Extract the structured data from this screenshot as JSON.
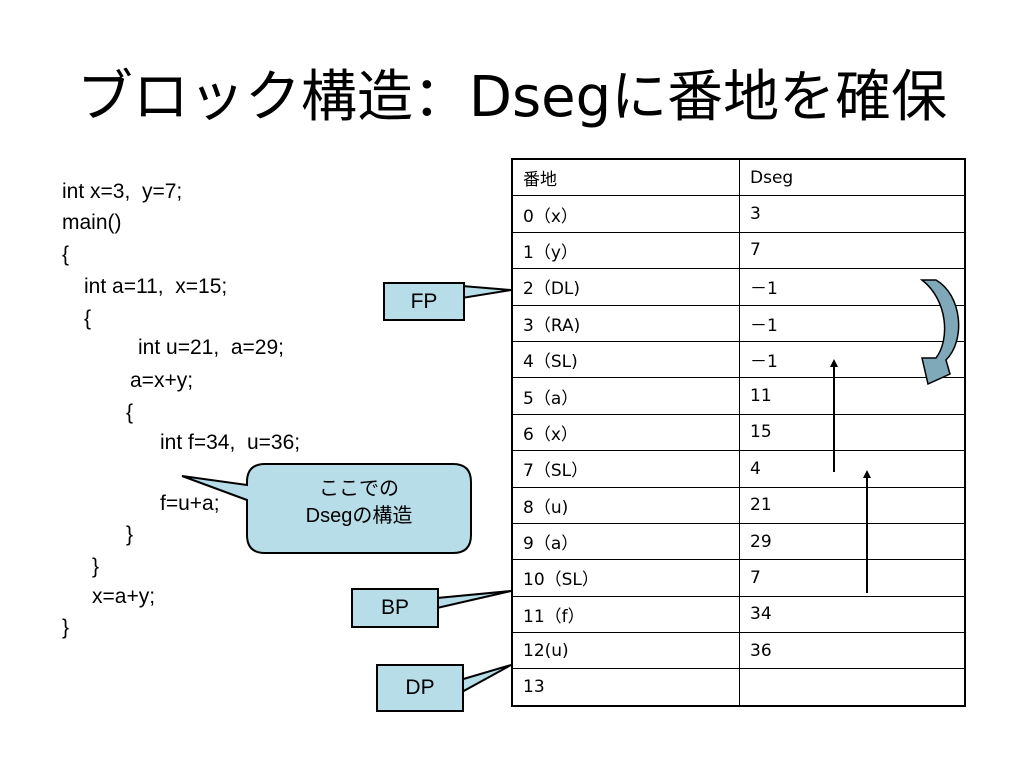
{
  "title": "ブロック構造：Dsegに番地を確保",
  "code_lines": [
    "int x=3,  y=7;",
    "main()",
    "{",
    "int a=11,  x=15;",
    "{",
    "int u=21,  a=29;",
    "a=x+y;",
    "{",
    "int f=34,  u=36;",
    "f=u+a;",
    "}",
    "}",
    "x=a+y;",
    "}"
  ],
  "table": {
    "headers": [
      "番地",
      "Dseg"
    ],
    "rows": [
      [
        "0（x）",
        "3"
      ],
      [
        "1（y）",
        "7"
      ],
      [
        "2（DL)",
        "－1"
      ],
      [
        "3（RA)",
        "－1"
      ],
      [
        "4（SL)",
        "－1"
      ],
      [
        "5（a）",
        "11"
      ],
      [
        "6（x）",
        "15"
      ],
      [
        "7（SL）",
        "4"
      ],
      [
        "8（u)",
        "21"
      ],
      [
        "9（a）",
        "29"
      ],
      [
        "10（SL）",
        "7"
      ],
      [
        "11（f）",
        "34"
      ],
      [
        "12(u)",
        "36"
      ],
      [
        "13",
        ""
      ]
    ]
  },
  "labels": {
    "fp": "FP",
    "bp": "BP",
    "dp": "DP"
  },
  "callout": {
    "line1": "ここでの",
    "line2": "Dsegの構造"
  },
  "colors": {
    "label_fill": "#b7dde8",
    "curved_arrow_fill": "#7fa9b8"
  }
}
